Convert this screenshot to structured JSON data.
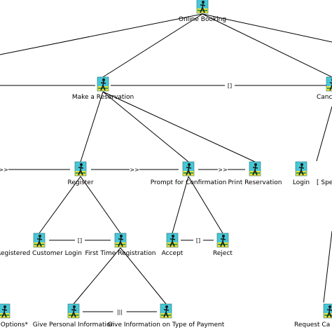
{
  "colors": {
    "line": "#000000",
    "icon_cyan": "#45c7d6",
    "icon_yellow": "#e8e23a",
    "icon_green": "#3aa04a",
    "icon_figure": "#1a1a1a"
  },
  "nodes": [
    {
      "id": "online_booking",
      "label": "Online Booking",
      "icon": "task-icon"
    },
    {
      "id": "make_reservation",
      "label": "Make a Reservation",
      "icon": "task-icon"
    },
    {
      "id": "cancel",
      "label": "Canc",
      "icon": "task-icon"
    },
    {
      "id": "register",
      "label": "Register",
      "icon": "task-icon"
    },
    {
      "id": "prompt_confirmation",
      "label": "Prompt for Confirmation",
      "icon": "task-icon"
    },
    {
      "id": "print_reservation",
      "label": "Print  Reservation",
      "icon": "task-icon"
    },
    {
      "id": "login",
      "label": "Login",
      "icon": "task-icon"
    },
    {
      "id": "spe",
      "label": "[ Spe",
      "icon": ""
    },
    {
      "id": "registered_login",
      "label": "Registered Customer Login",
      "icon": "task-icon"
    },
    {
      "id": "first_time_registration",
      "label": "First Time Registration",
      "icon": "task-icon"
    },
    {
      "id": "accept",
      "label": "Accept",
      "icon": "task-icon"
    },
    {
      "id": "reject",
      "label": "Reject",
      "icon": "task-icon"
    },
    {
      "id": "options",
      "label": "Options*",
      "icon": "task-icon"
    },
    {
      "id": "give_personal_info",
      "label": "Give Personal Information",
      "icon": "task-icon"
    },
    {
      "id": "give_payment_info",
      "label": "Give Information on Type of Payment",
      "icon": "task-icon"
    },
    {
      "id": "request_ca",
      "label": "Request Ca",
      "icon": "task-icon"
    }
  ],
  "operators": [
    {
      "id": "op_reservation_cancel",
      "symbol": "[]"
    },
    {
      "id": "op_left_register",
      "symbol": ">>"
    },
    {
      "id": "op_register_prompt",
      "symbol": ">>"
    },
    {
      "id": "op_prompt_print",
      "symbol": ">>"
    },
    {
      "id": "op_registered_first",
      "symbol": "[]"
    },
    {
      "id": "op_accept_reject",
      "symbol": "[]"
    },
    {
      "id": "op_personal_payment",
      "symbol": "|||"
    }
  ]
}
